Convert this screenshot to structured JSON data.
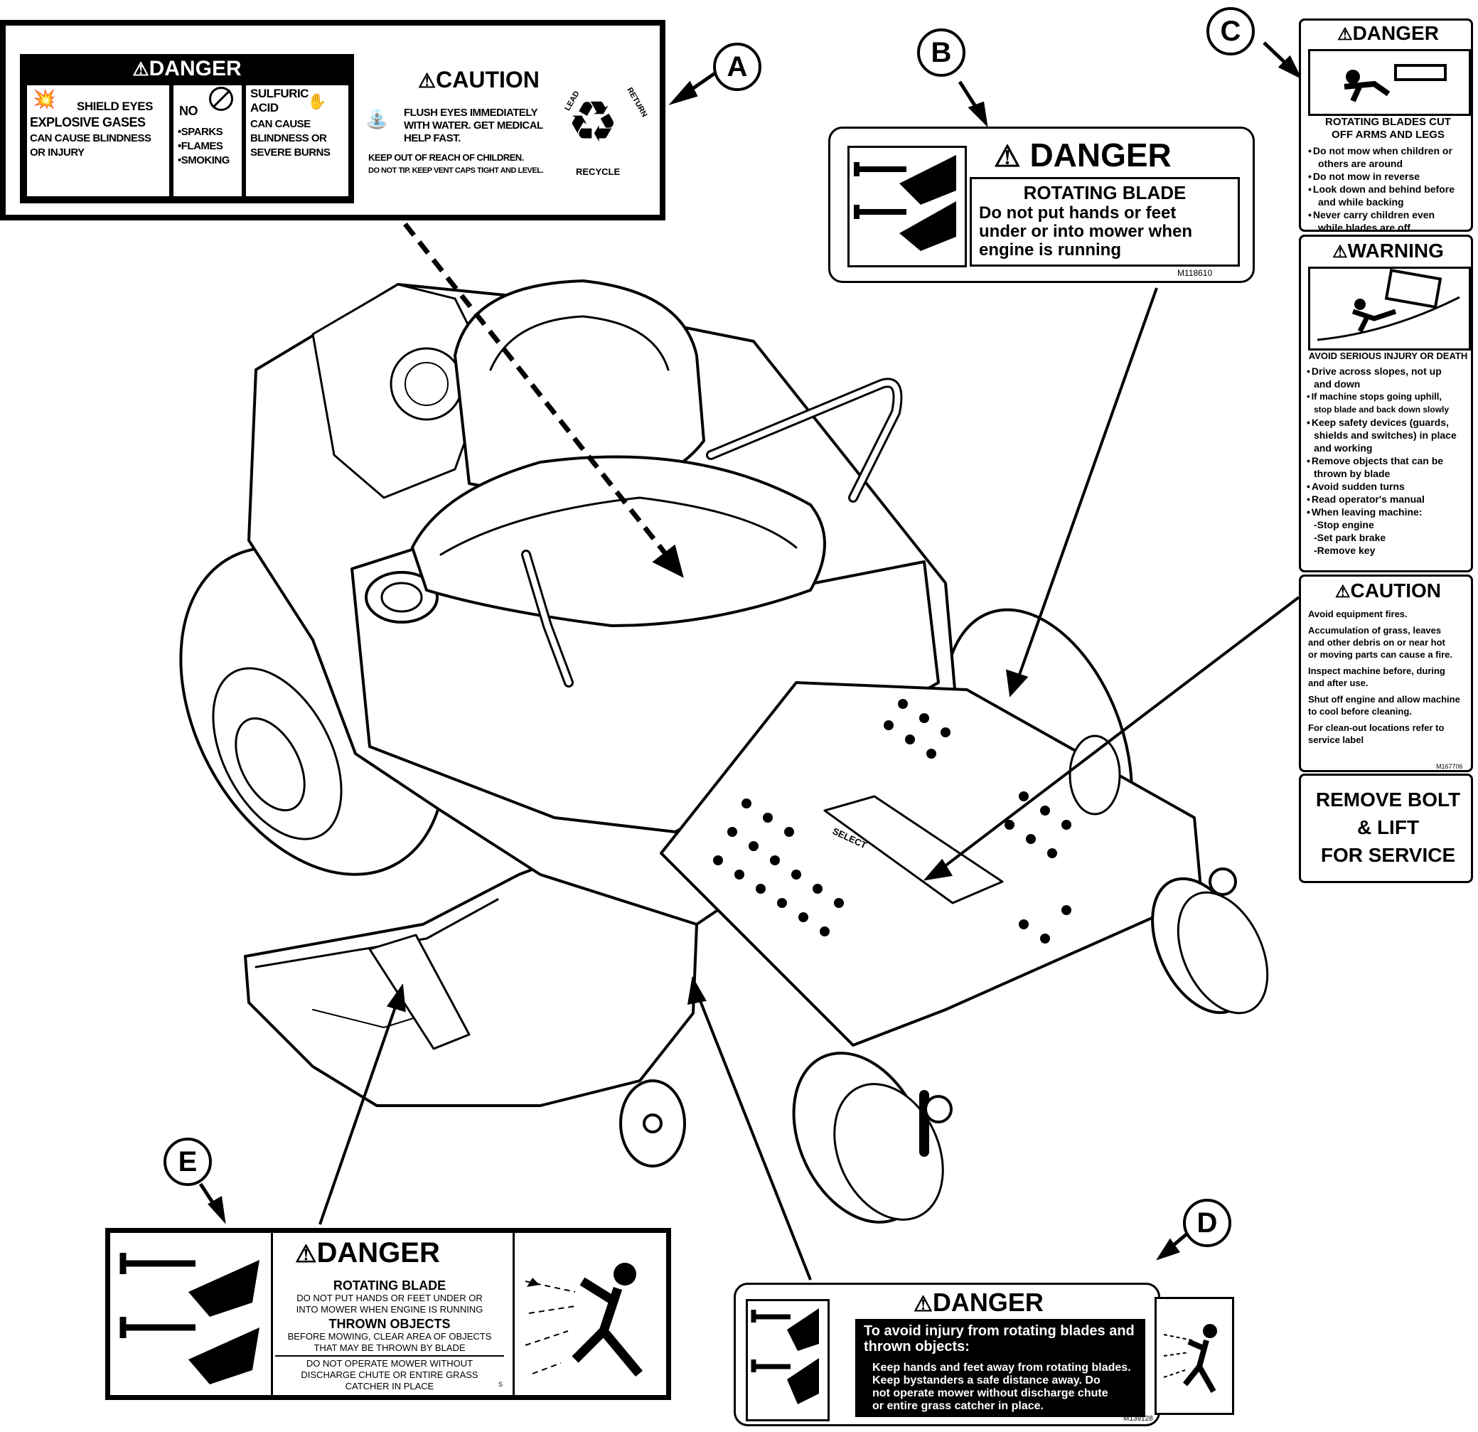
{
  "callouts": [
    "A",
    "B",
    "C",
    "D",
    "E"
  ],
  "colors": {
    "ink": "#000000",
    "paper": "#ffffff"
  },
  "decal_a": {
    "danger": {
      "header": "DANGER",
      "col1": {
        "l1": "SHIELD EYES",
        "l2": "EXPLOSIVE GASES",
        "l3": "CAN CAUSE BLINDNESS",
        "l4": "OR INJURY"
      },
      "col2": {
        "l1": "NO",
        "items": [
          "SPARKS",
          "FLAMES",
          "SMOKING"
        ]
      },
      "col3": {
        "l1": "SULFURIC",
        "l2": "ACID",
        "l3": "CAN CAUSE",
        "l4": "BLINDNESS OR",
        "l5": "SEVERE BURNS"
      }
    },
    "caution": {
      "header": "CAUTION",
      "l1": "FLUSH EYES IMMEDIATELY",
      "l2": "WITH WATER. GET MEDICAL",
      "l3": "HELP FAST.",
      "l4": "KEEP OUT OF REACH OF CHILDREN.",
      "l5": "DO NOT TIP. KEEP VENT CAPS TIGHT AND LEVEL."
    },
    "recycle": {
      "lead": "LEAD",
      "ret": "RETURN",
      "label": "RECYCLE"
    }
  },
  "decal_b": {
    "header": "DANGER",
    "title": "ROTATING BLADE",
    "l1": "Do not put hands or feet",
    "l2": "under or into mower when",
    "l3": "engine is running",
    "code": "M118610"
  },
  "decal_c": {
    "danger": {
      "header": "DANGER",
      "title1": "ROTATING BLADES CUT",
      "title2": "OFF ARMS AND LEGS",
      "items": [
        "Do not mow when children or",
        "others are around",
        "Do not mow in reverse",
        "Look down and behind before",
        "and while backing",
        "Never carry children even",
        "while blades are off"
      ]
    },
    "warning": {
      "header": "WARNING",
      "title": "AVOID SERIOUS INJURY OR DEATH",
      "items": [
        "Drive across slopes, not up",
        "and down",
        "If machine stops going uphill,",
        "stop blade and back down slowly",
        "Keep safety devices (guards,",
        "shields and switches) in place",
        "and working",
        "Remove objects that can be",
        "thrown by blade",
        "Avoid sudden turns",
        "Read operator's manual",
        "When leaving machine:",
        "-Stop engine",
        "-Set park brake",
        "-Remove key"
      ]
    },
    "caution": {
      "header": "CAUTION",
      "items": [
        "Avoid equipment fires.",
        "Accumulation of grass, leaves",
        "and other debris on or near hot",
        "or moving parts can cause a fire.",
        "Inspect machine before, during",
        "and after use.",
        "Shut off engine and allow machine",
        "to cool before cleaning.",
        "For clean-out locations refer to",
        "service label"
      ],
      "code": "M167706"
    },
    "service": {
      "l1": "REMOVE BOLT",
      "l2": "& LIFT",
      "l3": "FOR SERVICE"
    }
  },
  "decal_d": {
    "header": "DANGER",
    "title1": "To avoid injury from rotating blades and",
    "title2": "thrown objects:",
    "l1": "Keep hands and feet away from rotating blades.",
    "l2": "Keep bystanders a safe distance away. Do",
    "l3": "not operate mower without discharge chute",
    "l4": "or entire grass catcher in place.",
    "code": "M139128"
  },
  "decal_e": {
    "header": "DANGER",
    "title1": "ROTATING BLADE",
    "l1": "DO NOT PUT HANDS OR FEET UNDER OR",
    "l2": "INTO MOWER WHEN ENGINE IS RUNNING",
    "title2": "THROWN OBJECTS",
    "l3": "BEFORE MOWING, CLEAR AREA OF OBJECTS",
    "l4": "THAT MAY BE THROWN BY BLADE",
    "l5": "DO NOT OPERATE MOWER WITHOUT",
    "l6": "DISCHARGE CHUTE OR ENTIRE GRASS",
    "l7": "CATCHER IN PLACE",
    "code": "S"
  },
  "mower": {
    "deck_label": "SELECT"
  }
}
